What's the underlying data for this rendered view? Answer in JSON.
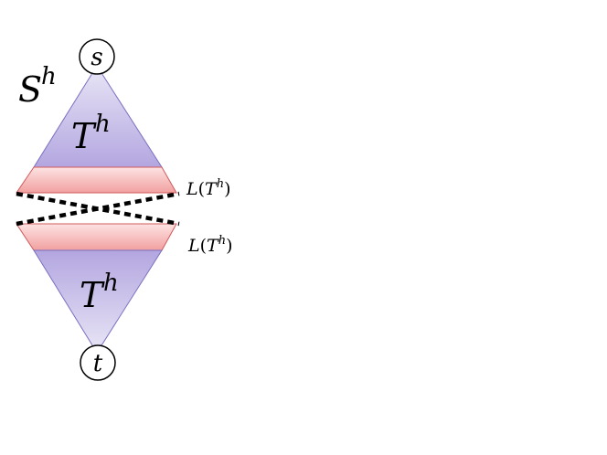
{
  "diagram": {
    "labels": {
      "source_node": "s",
      "sink_node": "t",
      "outer_set": "S",
      "outer_set_sup": "h",
      "top_tree": "T",
      "top_tree_sup": "h",
      "bottom_tree": "T",
      "bottom_tree_sup": "h",
      "top_layer_prefix": "L(",
      "top_layer_T": "T",
      "top_layer_sup": "h",
      "top_layer_suffix": ")",
      "bottom_layer_prefix": "L(",
      "bottom_layer_T": "T",
      "bottom_layer_sup": "h",
      "bottom_layer_suffix": ")"
    },
    "colors": {
      "tree_fill_top": "#b3a6e0",
      "tree_fill_bottom": "#e9e6f6",
      "tree_stroke": "#7a6fc0",
      "layer_fill_light": "#fde3e3",
      "layer_fill_dark": "#f2a0a0",
      "layer_stroke": "#d05a5a",
      "dashed_line": "#000000",
      "node_stroke": "#000000"
    }
  }
}
